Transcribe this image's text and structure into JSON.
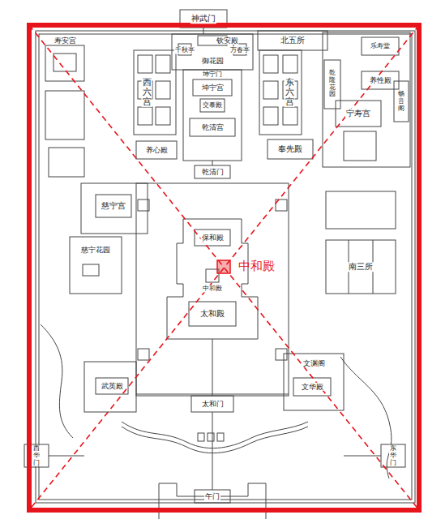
{
  "diagram": {
    "labels": [
      "神武门",
      "钦安殿",
      "千秋亭",
      "万春亭",
      "御花园",
      "北五所",
      "西六宫",
      "东六宫",
      "坤宁门",
      "坤宁宫",
      "交泰殿",
      "乾清宫",
      "养心殿",
      "奉先殿",
      "乾清门",
      "保和殿",
      "中和殿",
      "中和殿",
      "太和殿",
      "太和门",
      "午门",
      "寿安宫",
      "慈宁宫",
      "慈宁花园",
      "乐寿堂",
      "养性殿",
      "乾隆花园",
      "畅音阁",
      "宁寿宫",
      "南三所",
      "文渊阁",
      "文华殿",
      "武英殿",
      "西华门",
      "东华门"
    ]
  }
}
